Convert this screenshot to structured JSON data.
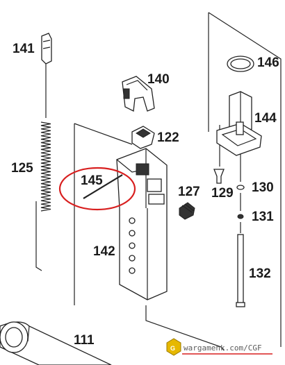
{
  "part_labels": {
    "p141": "141",
    "p125": "125",
    "p140": "140",
    "p122": "122",
    "p145": "145",
    "p127": "127",
    "p142": "142",
    "p111": "111",
    "p146": "146",
    "p144": "144",
    "p129": "129",
    "p130": "130",
    "p131": "131",
    "p132": "132"
  },
  "highlight_color": "#d81f1f",
  "watermark": {
    "text": "wargamehk.com/CGF"
  }
}
